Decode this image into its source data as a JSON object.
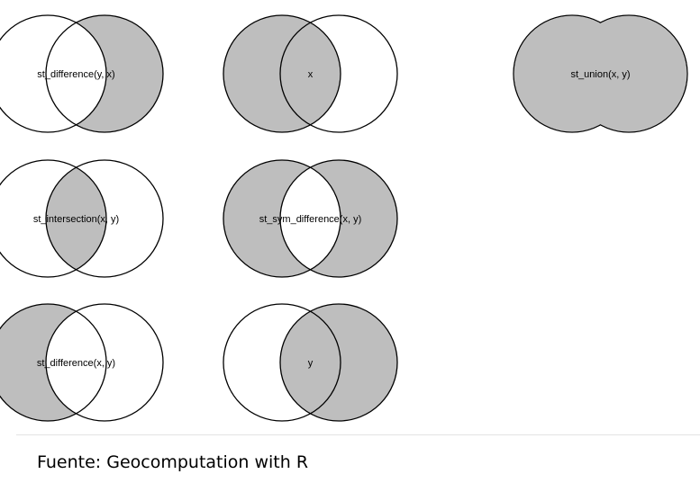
{
  "colors": {
    "fill": "#bebebe",
    "stroke": "#000000",
    "background": "#ffffff"
  },
  "panels": [
    {
      "label": "st_difference(y, x)",
      "operation": "y_minus_x"
    },
    {
      "label": "x",
      "operation": "x"
    },
    {
      "label": "st_union(x, y)",
      "operation": "union"
    },
    {
      "label": "st_intersection(x, y)",
      "operation": "intersection"
    },
    {
      "label": "st_sym_difference(x, y)",
      "operation": "sym_difference"
    },
    {
      "label": "st_difference(x, y)",
      "operation": "x_minus_y"
    },
    {
      "label": "y",
      "operation": "y"
    }
  ],
  "caption": "Fuente: Geocomputation with R"
}
